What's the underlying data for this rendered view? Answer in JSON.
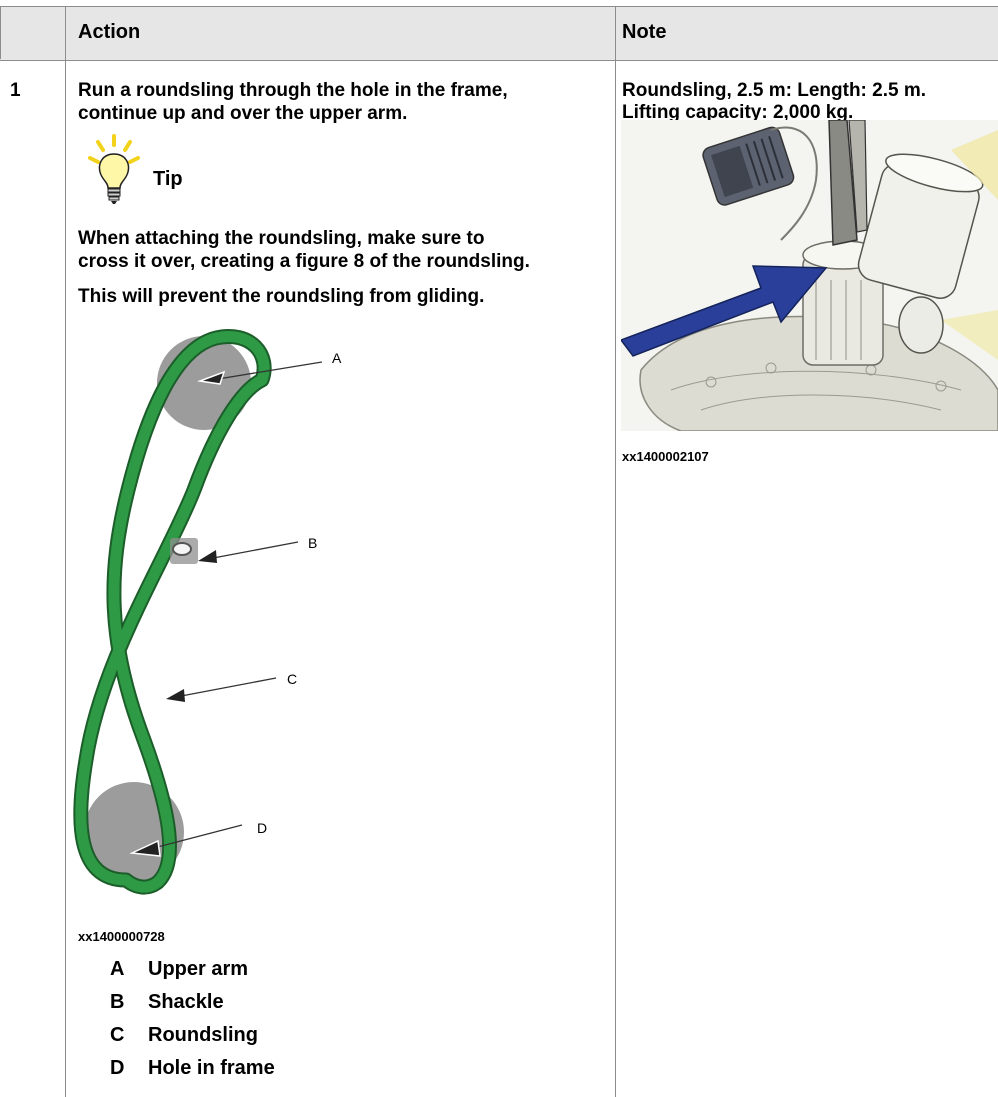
{
  "header": {
    "col_action": "Action",
    "col_note": "Note"
  },
  "step": {
    "number": "1",
    "action_line1": "Run a roundsling through the hole in the frame,",
    "action_line2": "continue up and over the upper arm.",
    "tip_label": "Tip",
    "tip_line1": "When attaching the roundsling, make sure to",
    "tip_line2": "cross it over, creating a figure 8 of the roundsling.",
    "tip_line3": "This will prevent the roundsling from gliding.",
    "figure_id": "xx1400000728",
    "callouts": [
      "A",
      "B",
      "C",
      "D"
    ],
    "legend": [
      {
        "key": "A",
        "label": "Upper arm"
      },
      {
        "key": "B",
        "label": "Shackle"
      },
      {
        "key": "C",
        "label": "Roundsling"
      },
      {
        "key": "D",
        "label": "Hole in frame"
      }
    ],
    "note_line1": "Roundsling, 2.5 m: Length: 2.5 m.",
    "note_line2": "Lifting capacity: 2,000 kg.",
    "photo_id": "xx1400002107"
  },
  "colors": {
    "sling_green": "#2e9a45",
    "arrow_blue": "#2a3f9a",
    "pulley_gray": "#9c9c9c",
    "header_bg": "#e6e6e6"
  },
  "icons": {
    "tip": "lightbulb-icon"
  }
}
